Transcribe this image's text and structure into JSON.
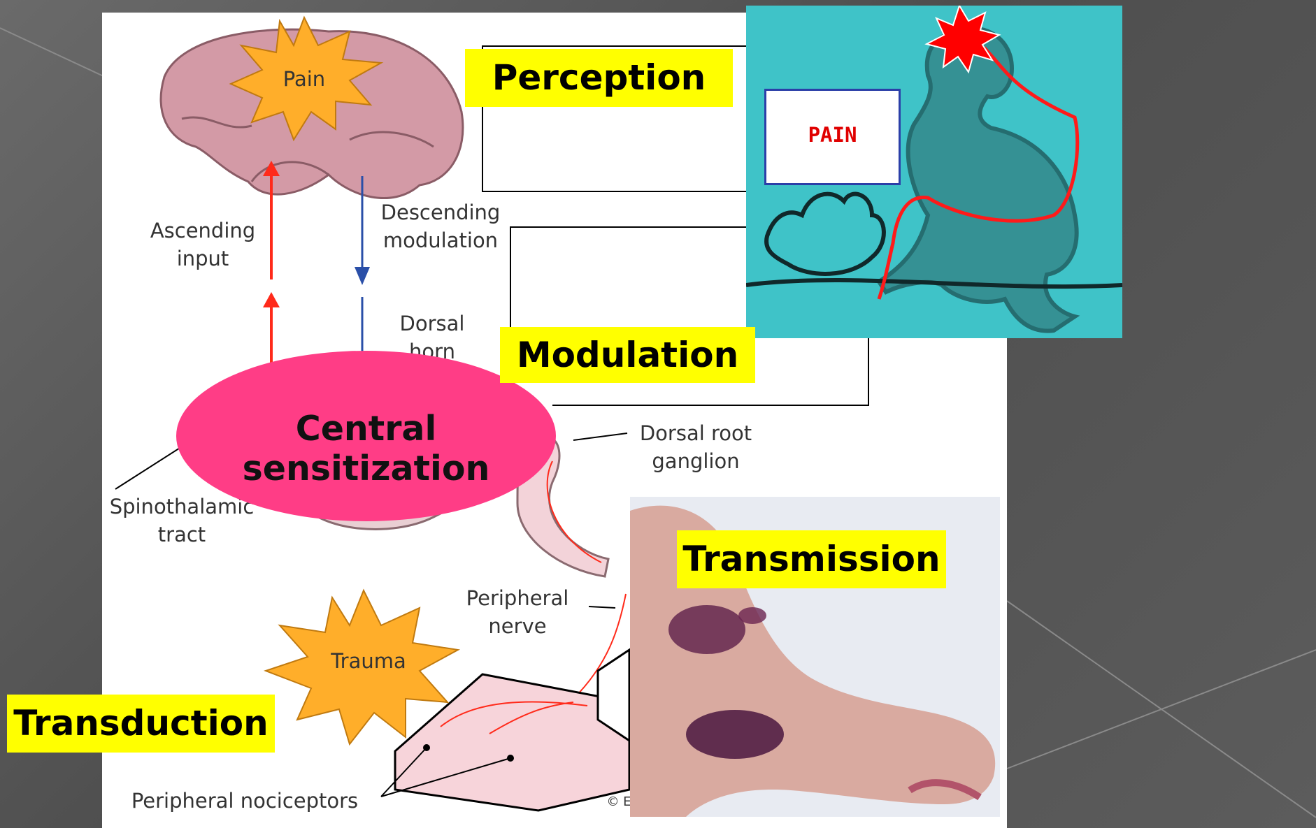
{
  "diagram": {
    "brain_label": "Pain",
    "ascending_label_line1": "Ascending",
    "ascending_label_line2": "input",
    "descending_label_line1": "Descending",
    "descending_label_line2": "modulation",
    "dorsal_horn_line1": "Dorsal",
    "dorsal_horn_line2": "horn",
    "dorsal_root_line1": "Dorsal root",
    "dorsal_root_line2": "ganglion",
    "spinothalamic_line1": "Spinothalamic",
    "spinothalamic_line2": "tract",
    "peripheral_nerve_line1": "Peripheral",
    "peripheral_nerve_line2": "nerve",
    "trauma_label": "Trauma",
    "nociceptors_label": "Peripheral nociceptors",
    "credit_fragment": "© E"
  },
  "stages": {
    "perception": "Perception",
    "modulation": "Modulation",
    "transmission": "Transmission",
    "transduction": "Transduction",
    "central": "Central sensitization"
  },
  "illustration": {
    "pain_sign": "PAIN"
  },
  "colors": {
    "highlight": "#ffff00",
    "central_ellipse": "#ff3d86",
    "ascending_arrow": "#ff2a1a",
    "descending_arrow": "#2a4fa8",
    "illustration_bg": "#3fc3c8"
  }
}
